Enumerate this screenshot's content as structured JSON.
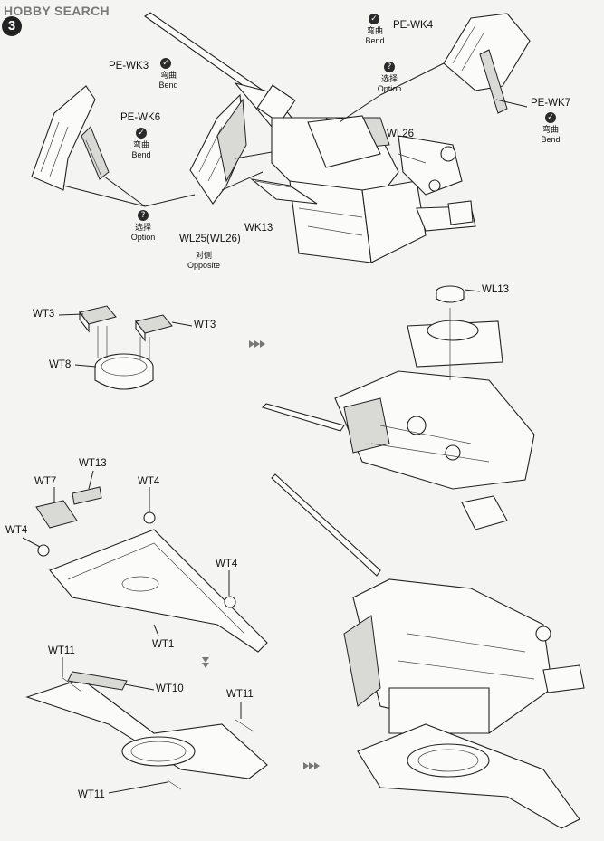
{
  "watermark": "HOBBY SEARCH",
  "step_number": "3",
  "labels": {
    "pe_wk3": "PE-WK3",
    "pe_wk6": "PE-WK6",
    "pe_wk4": "PE-WK4",
    "pe_wk7": "PE-WK7",
    "wl26": "WL26",
    "wk13": "WK13",
    "wl25": "WL25(WL26)",
    "wl13": "WL13",
    "wt3_left": "WT3",
    "wt3_right": "WT3",
    "wt8": "WT8",
    "wt7": "WT7",
    "wt13": "WT13",
    "wt4_top": "WT4",
    "wt4_left": "WT4",
    "wt4_right": "WT4",
    "wt1": "WT1",
    "wt11_top": "WT11",
    "wt10": "WT10",
    "wt11_right": "WT11",
    "wt11_bottom": "WT11"
  },
  "notes": {
    "bend_cn": "弯曲",
    "bend_en": "Bend",
    "option_cn": "选择",
    "option_en": "Option",
    "opposite_cn": "对侧",
    "opposite_en": "Opposite"
  },
  "icons": {
    "bend": "bend-check-icon",
    "option": "question-icon",
    "arrow": "next-step-arrow-icon"
  }
}
